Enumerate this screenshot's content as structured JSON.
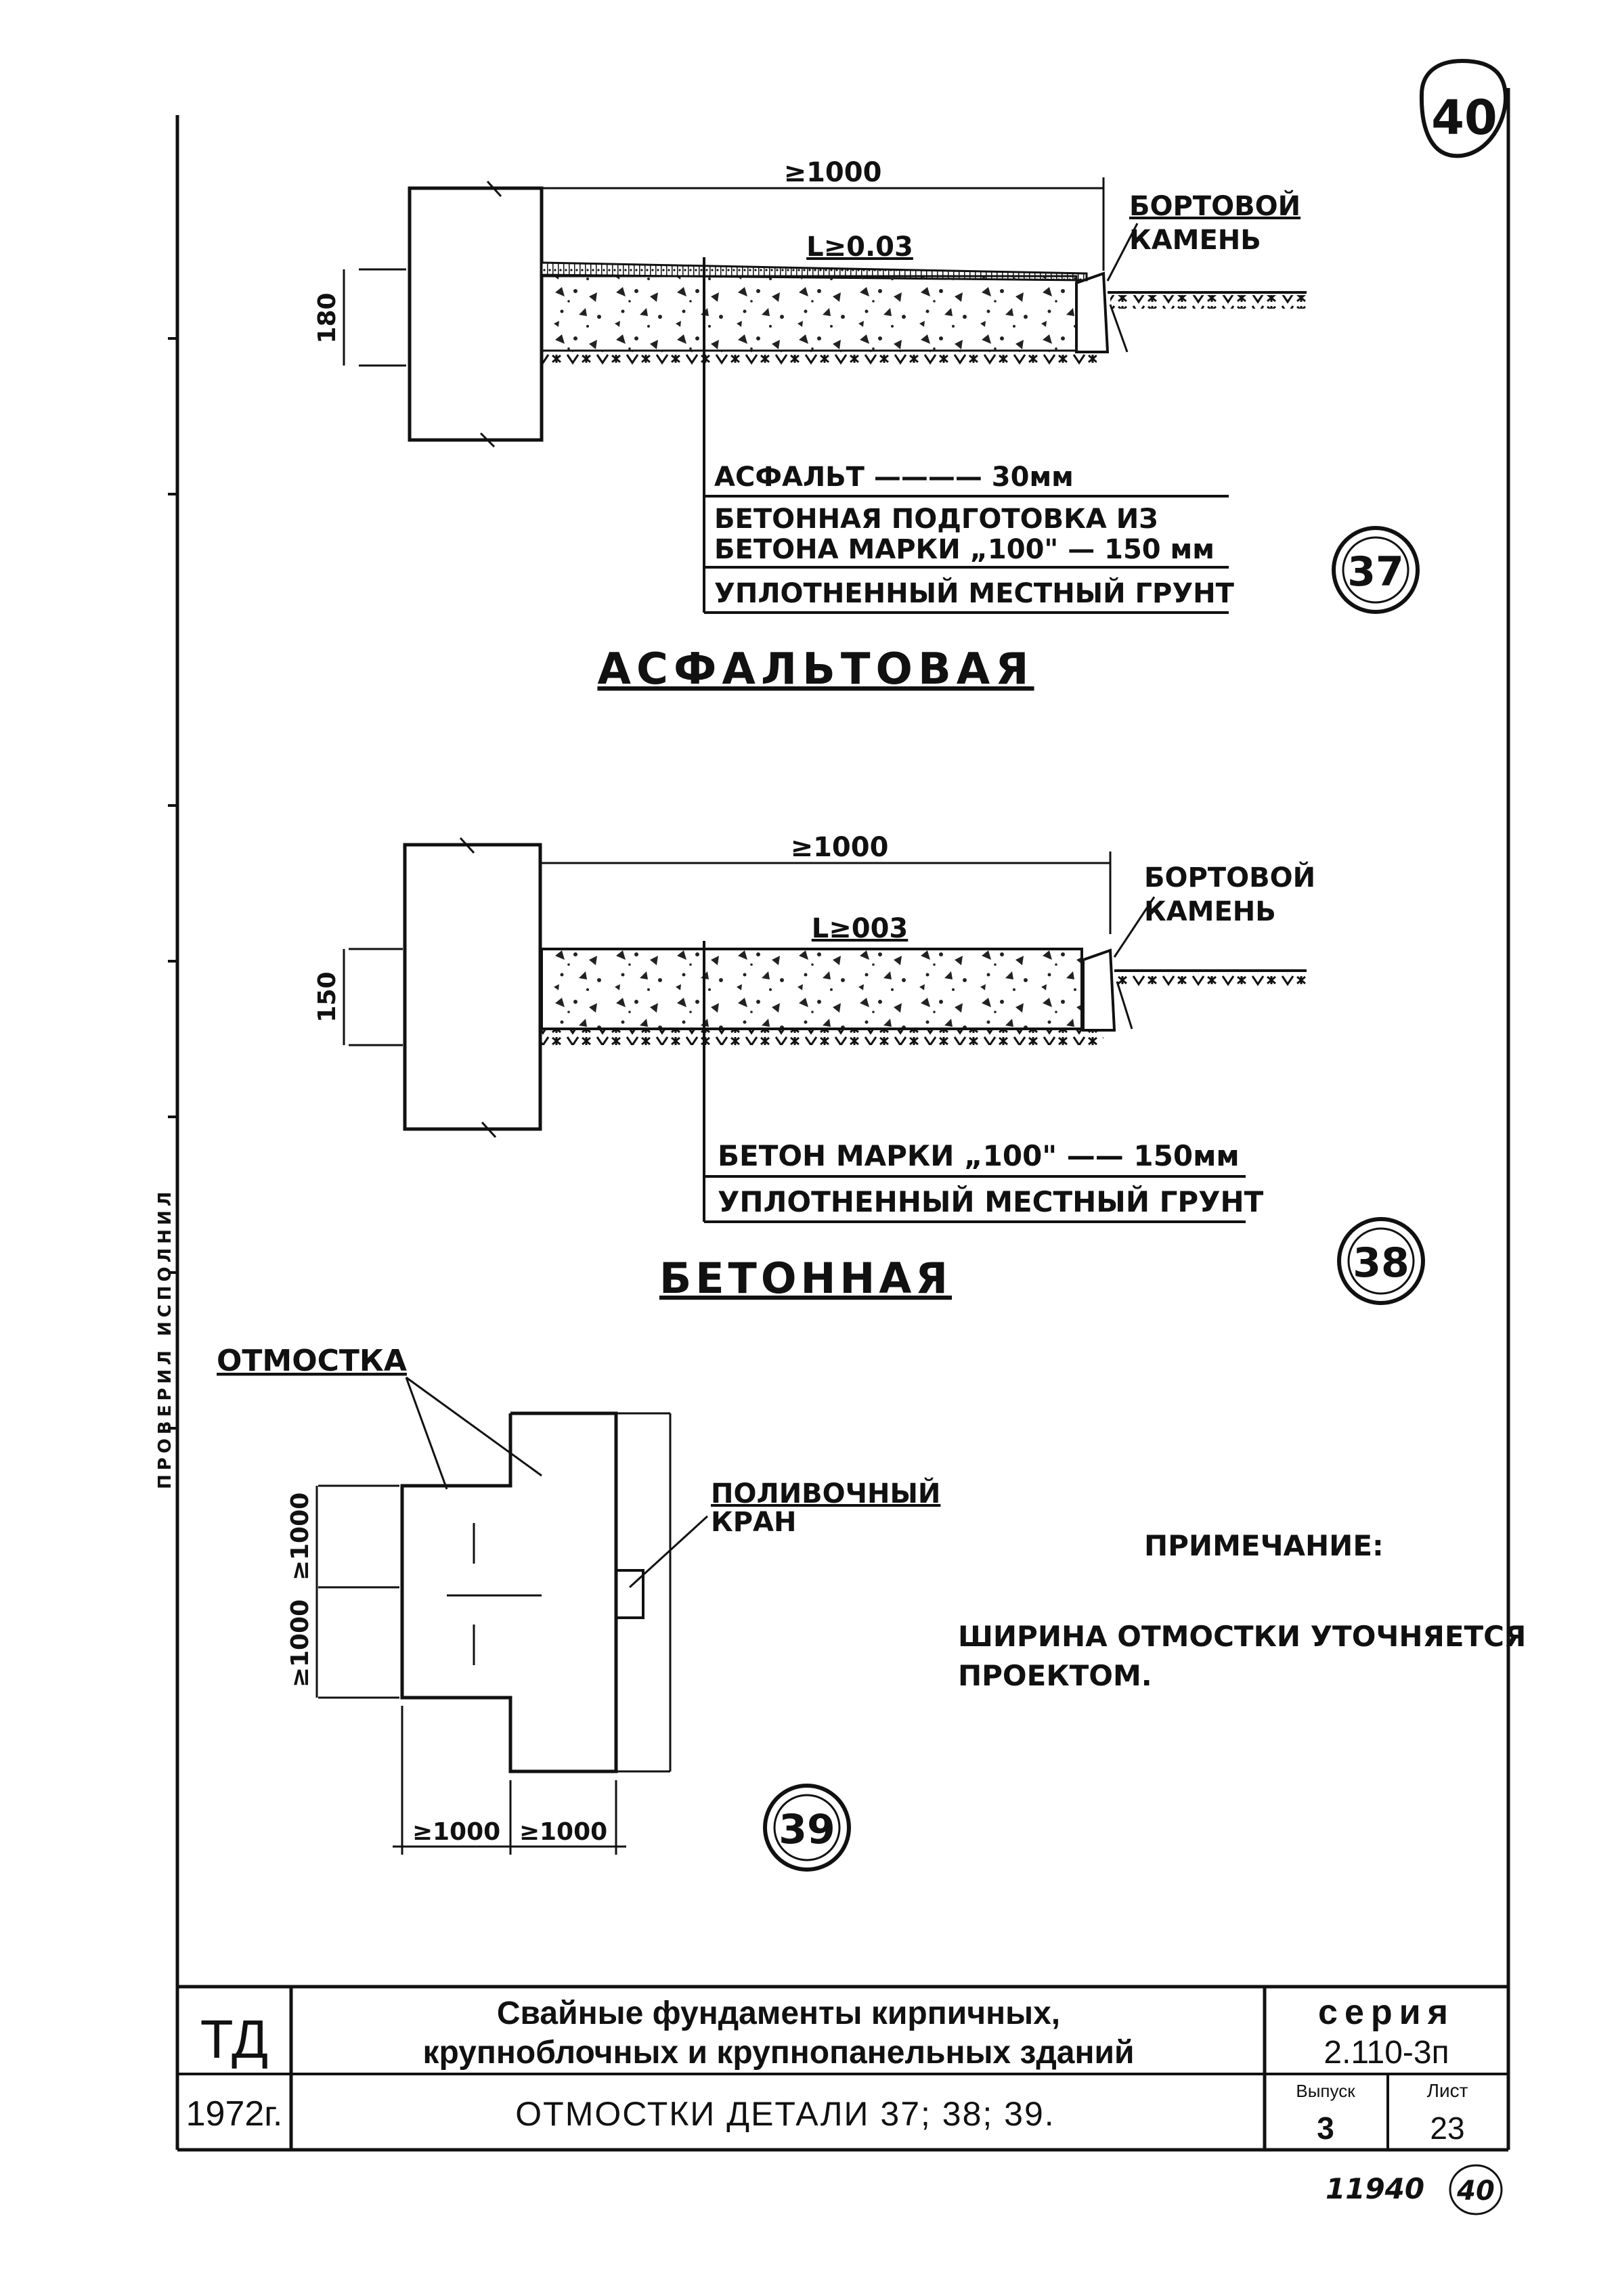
{
  "sheet_number": "40",
  "detail37": {
    "dim_width": "≥1000",
    "dim_slope": "L≥0.03",
    "dim_thickness": "180",
    "curb_label_1": "БОРТОВОЙ",
    "curb_label_2": "КАМЕНЬ",
    "layer_1": "АСФАЛЬТ ———— 30мм",
    "layer_2a": "БЕТОННАЯ ПОДГОТОВКА   ИЗ",
    "layer_2b": "БЕТОНА МАРКИ „100\" — 150 мм",
    "layer_3": "УПЛОТНЕННЫЙ МЕСТНЫЙ ГРУНТ",
    "number": "37",
    "title": "АСФАЛЬТОВАЯ"
  },
  "detail38": {
    "dim_width": "≥1000",
    "dim_slope": "L≥003",
    "dim_thickness": "150",
    "curb_label_1": "БОРТОВОЙ",
    "curb_label_2": "КАМЕНЬ",
    "layer_1": "БЕТОН МАРКИ „100\" —— 150мм",
    "layer_2": "УПЛОТНЕННЫЙ МЕСТНЫЙ ГРУНТ",
    "number": "38",
    "title": "БЕТОННАЯ"
  },
  "detail39": {
    "label_otmostka": "ОТМОСТКА",
    "label_tap_1": "ПОЛИВОЧНЫЙ",
    "label_tap_2": "КРАН",
    "dim_v1": "≥1000",
    "dim_v2": "≥1000",
    "dim_h1": "≥1000",
    "dim_h2": "≥1000",
    "number": "39"
  },
  "note": {
    "heading": "ПРИМЕЧАНИЕ:",
    "line_1": "ШИРИНА ОТМОСТКИ УТОЧНЯЕТСЯ",
    "line_2": "ПРОЕКТОМ."
  },
  "side_stamp": "ПРОВЕРИЛ   ИСПОЛНИЛ",
  "title_block": {
    "org": "ТД",
    "year": "1972г.",
    "title_1": "Свайные   фундаменты   кирпичных,",
    "title_2": "крупноблочных  и  крупнопанельных  зданий",
    "subtitle": "ОТМОСТКИ   ДЕТАЛИ 37; 38; 39.",
    "series_label": "серия",
    "series_value": "2.110-3п",
    "issue_label": "Выпуск",
    "issue_value": "3",
    "sheet_label": "Лист",
    "sheet_value": "23"
  },
  "footer_ref": "11940",
  "footer_page": "40"
}
